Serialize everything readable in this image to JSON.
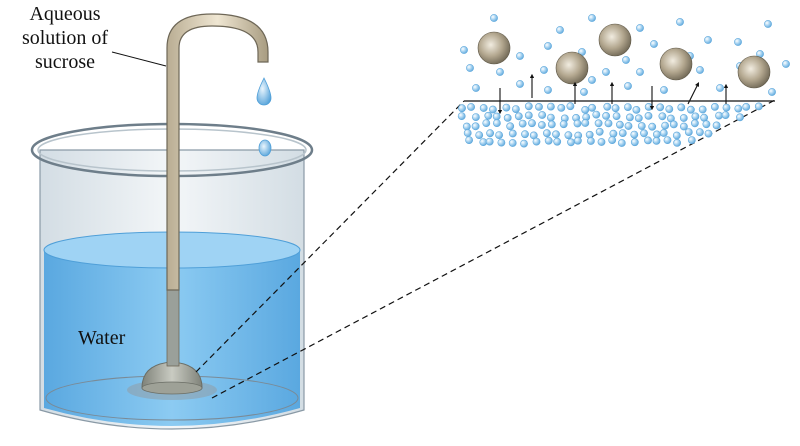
{
  "labels": {
    "solution_line1": "Aqueous",
    "solution_line2": "solution of",
    "solution_line3": "sucrose",
    "water": "Water"
  },
  "colors": {
    "water": "#6fb8ea",
    "water_dark": "#4f9fd8",
    "glass": "#e6edf2",
    "glass_edge": "#8a9aa6",
    "tube": "#d9cdb3",
    "tube_edge": "#6e6757",
    "funnel": "#a9aaa0",
    "sucrose": "#a79b83",
    "water_molecule": "#9ecdee"
  }
}
